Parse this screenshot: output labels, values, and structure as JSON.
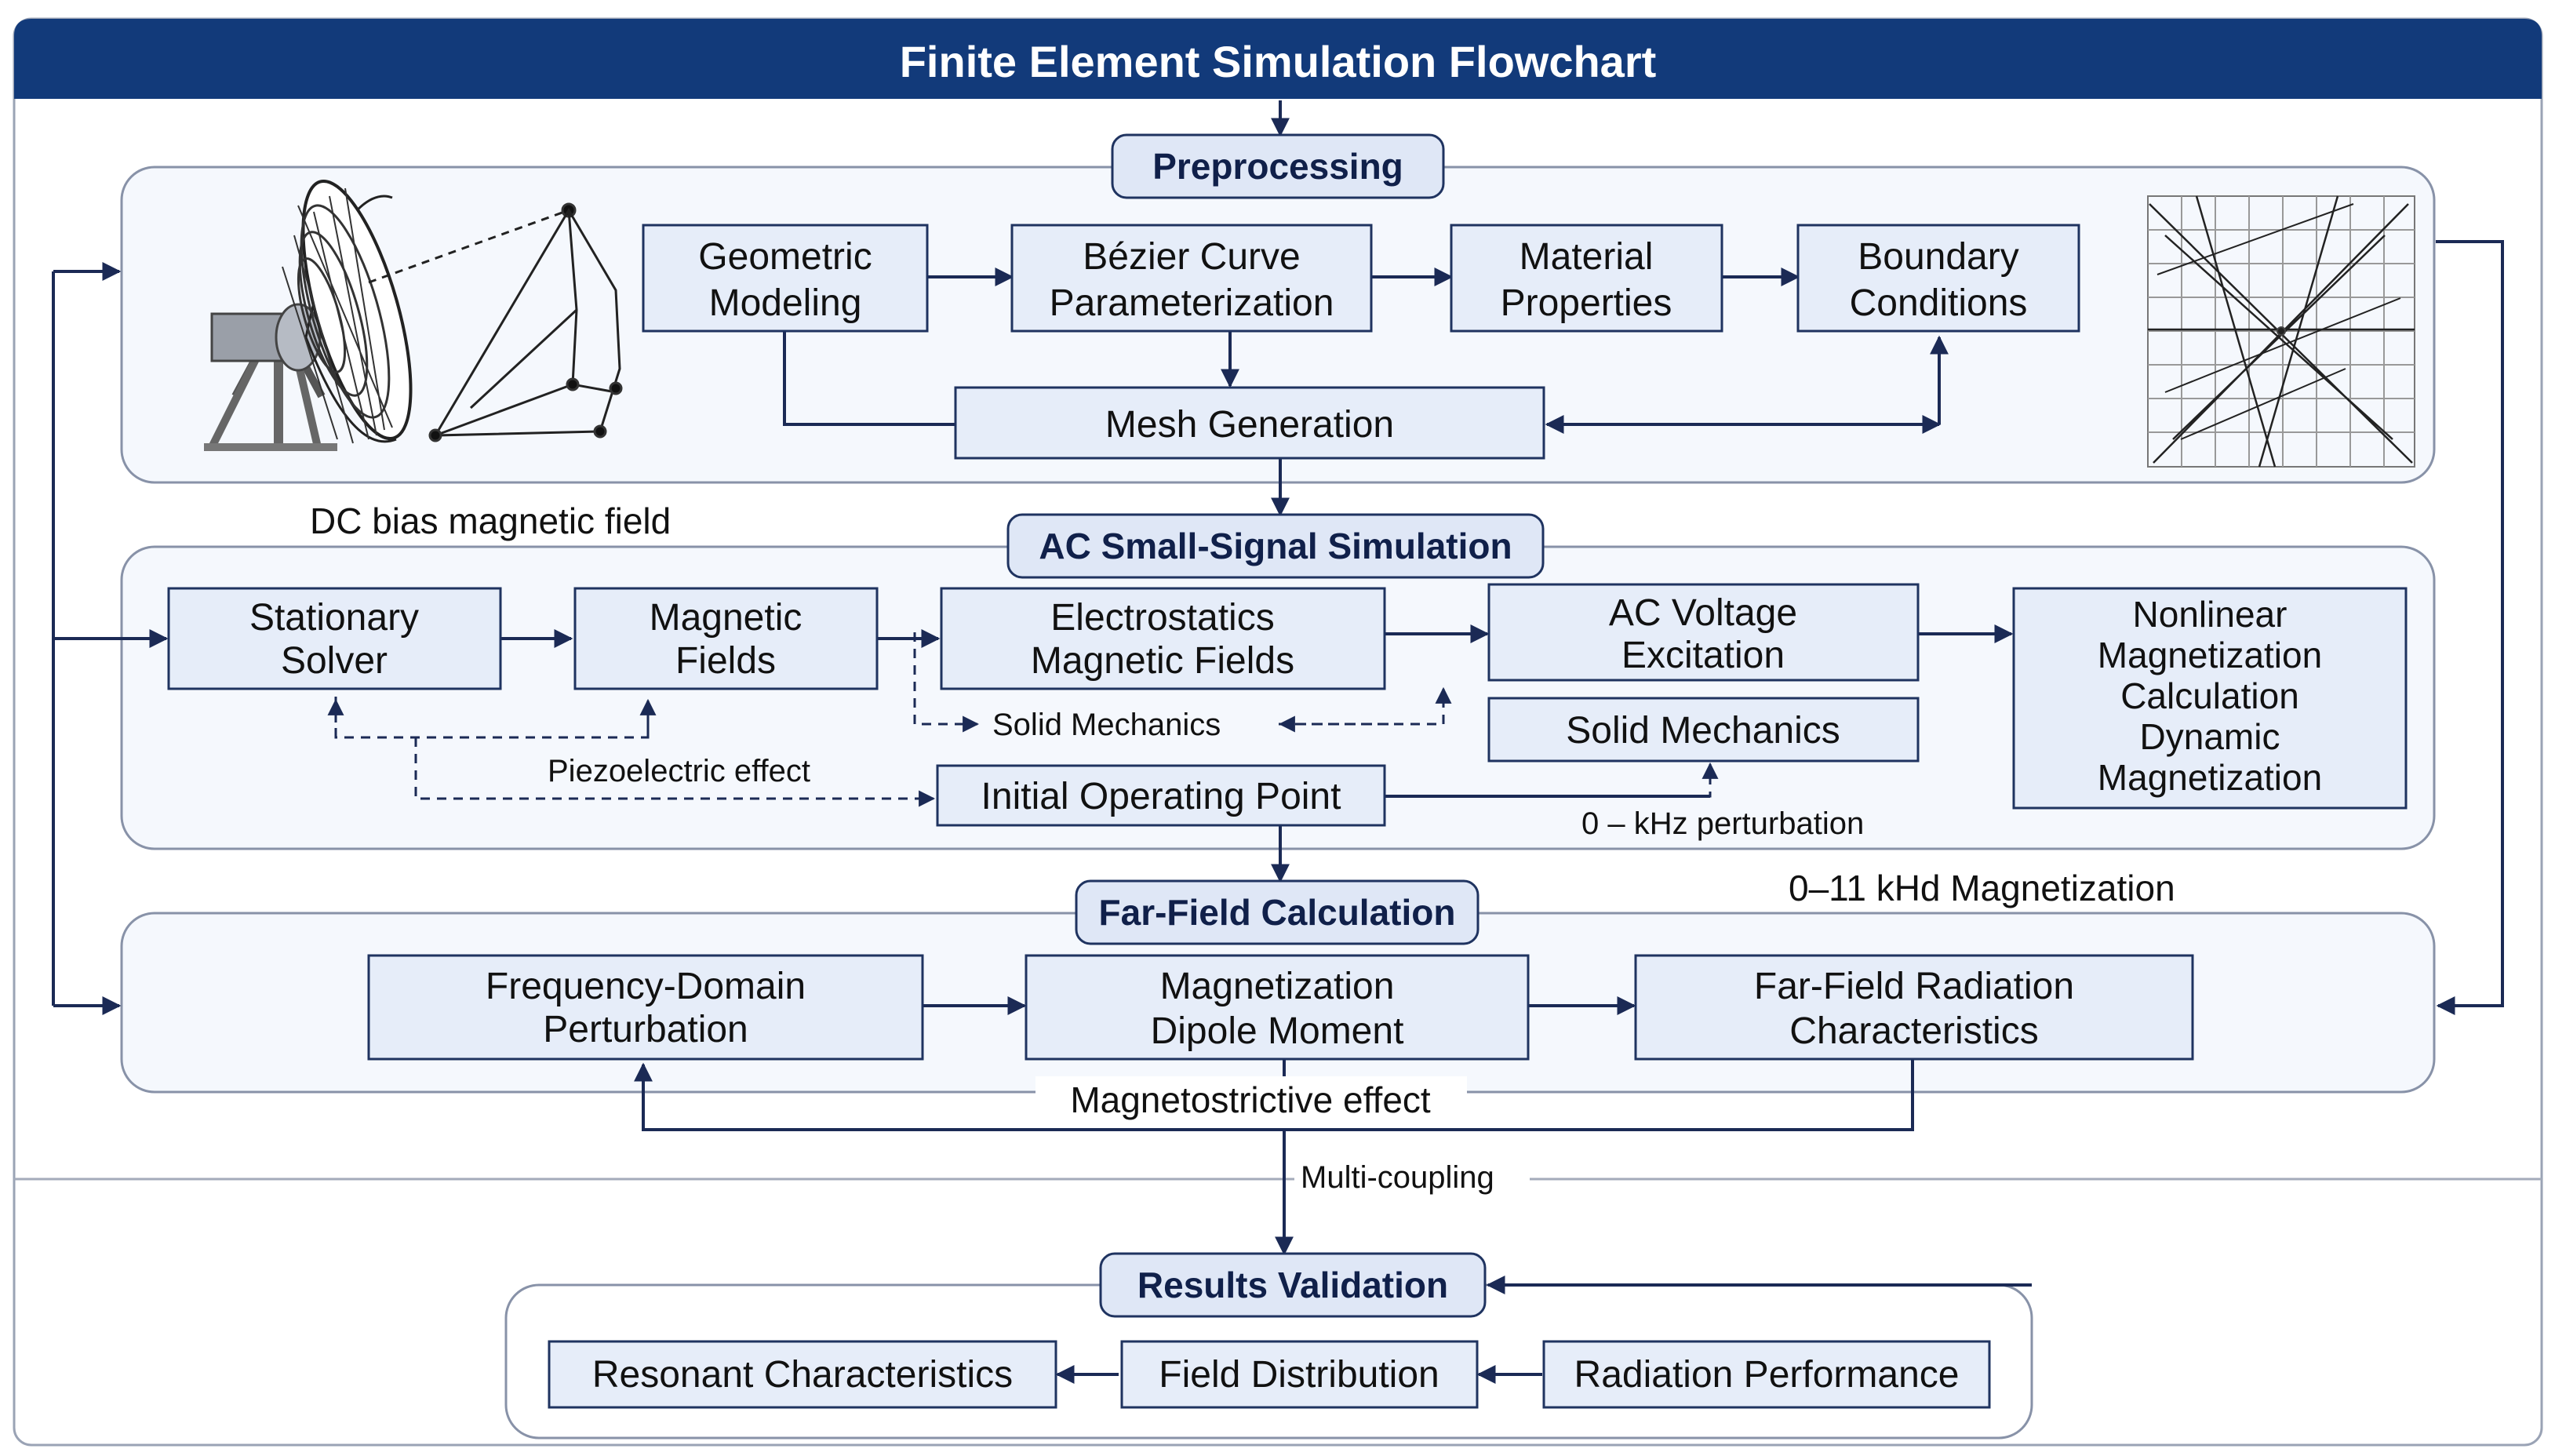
{
  "title": "Finite Element Simulation Flowchart",
  "colors": {
    "header": "#123a7a",
    "node_fill": "#e6edf9",
    "node_stroke": "#1f3360",
    "arrow": "#1b2a55",
    "panel_fill": "#f5f8fd"
  },
  "sections": {
    "preprocessing": "Preprocessing",
    "ac_small_signal": "AC Small-Signal Simulation",
    "far_field": "Far-Field Calculation",
    "results": "Results Validation"
  },
  "nodes": {
    "geometric_modeling": [
      "Geometric",
      "Modeling"
    ],
    "bezier": [
      "Bézier Curve",
      "Parameterization"
    ],
    "material": [
      "Material",
      "Properties"
    ],
    "boundary": [
      "Boundary",
      "Conditions"
    ],
    "mesh": "Mesh Generation",
    "stationary": [
      "Stationary",
      "Solver"
    ],
    "magnetic_fields": [
      "Magnetic",
      "Fields"
    ],
    "electrostatics": [
      "Electrostatics",
      "Magnetic Fields"
    ],
    "ac_voltage": [
      "AC Voltage",
      "Excitation"
    ],
    "nonlinear": [
      "Nonlinear",
      "Magnetization",
      "Calculation",
      "Dynamic",
      "Magnetization"
    ],
    "solid_mechanics_right": "Solid Mechanics",
    "solid_mechanics_label": "Solid Mechanics",
    "initial_operating_point": "Initial Operating Point",
    "frequency_domain": [
      "Frequency-Domain",
      "Perturbation"
    ],
    "dipole": [
      "Magnetization",
      "Dipole Moment"
    ],
    "far_field_radiation": [
      "Far-Field Radiation",
      "Characteristics"
    ],
    "resonant": "Resonant Characteristics",
    "field_distribution": "Field Distribution",
    "radiation_performance": "Radiation Performance"
  },
  "labels": {
    "dc_bias": "DC bias magnetic field",
    "piezoelectric": "Piezoelectric effect",
    "perturbation": "0 – kHz perturbation",
    "khd_magnetization": "0–11 kHd Magnetization",
    "magnetostrictive": "Magnetostrictive effect",
    "multi_coupling": "Multi-coupling"
  },
  "icons": {
    "antenna": "dish-antenna-illustration",
    "mesh": "mesh-grid-illustration"
  }
}
